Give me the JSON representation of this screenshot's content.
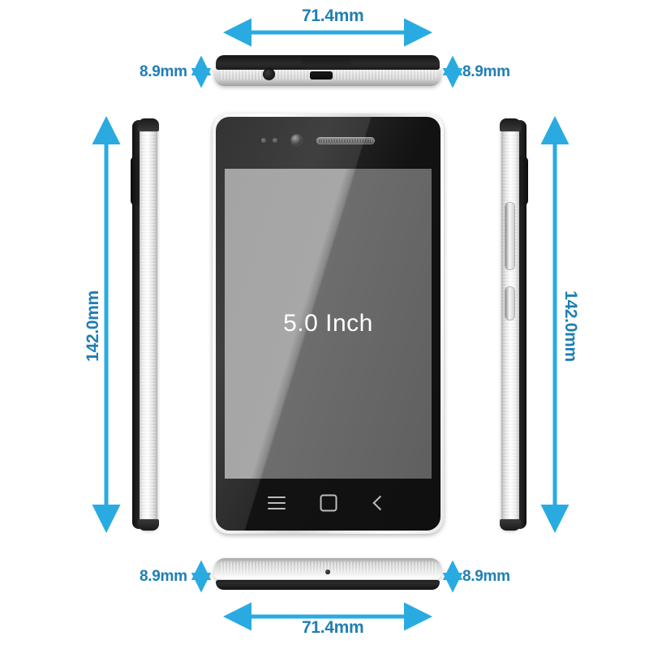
{
  "diagram": {
    "title": "Smartphone dimension diagram",
    "background_color": "#ffffff",
    "arrow_color": "#29abe2",
    "label_color": "#1f7fb4",
    "screen_label_color": "#ffffff"
  },
  "dimensions": {
    "width_top": "71.4mm",
    "width_bottom": "71.4mm",
    "height_left": "142.0mm",
    "height_right": "142.0mm",
    "thickness_top_left": "8.9mm",
    "thickness_top_right": "8.9mm",
    "thickness_bottom_left": "8.9mm",
    "thickness_bottom_right": "8.9mm",
    "screen_size": "5.0 Inch"
  },
  "views": {
    "front": {
      "name": "front view",
      "screen_label": "5.0 Inch",
      "nav_buttons": [
        {
          "name": "menu-button",
          "icon": "menu-icon"
        },
        {
          "name": "home-button",
          "icon": "home-icon"
        },
        {
          "name": "back-button",
          "icon": "back-icon"
        }
      ],
      "top_hardware": [
        {
          "name": "proximity-sensor",
          "icon": "sensor-dot-icon"
        },
        {
          "name": "light-sensor",
          "icon": "sensor-dot-icon"
        },
        {
          "name": "front-camera",
          "icon": "camera-icon"
        },
        {
          "name": "earpiece-speaker",
          "icon": "speaker-grille-icon"
        }
      ]
    },
    "left_profile": {
      "name": "left side profile"
    },
    "right_profile": {
      "name": "right side profile",
      "keys": [
        {
          "name": "volume-rocker",
          "icon": "volume-key-icon"
        },
        {
          "name": "power-button",
          "icon": "power-key-icon"
        }
      ]
    },
    "top_edge": {
      "name": "top edge view",
      "ports": [
        {
          "name": "headphone-jack",
          "icon": "headphone-jack-icon"
        },
        {
          "name": "usb-port",
          "icon": "usb-port-icon"
        }
      ]
    },
    "bottom_edge": {
      "name": "bottom edge view",
      "ports": [
        {
          "name": "microphone",
          "icon": "microphone-icon"
        }
      ]
    }
  },
  "arrows": {
    "width_top": "double-headed-horizontal-arrow",
    "width_bottom": "double-headed-horizontal-arrow",
    "height_left": "double-headed-vertical-arrow",
    "height_right": "double-headed-vertical-arrow",
    "thickness_top_left": "double-headed-vertical-arrow",
    "thickness_top_right": "double-headed-vertical-arrow",
    "thickness_bottom_left": "double-headed-vertical-arrow",
    "thickness_bottom_right": "double-headed-vertical-arrow",
    "screen_diagonal": "double-headed-diagonal-arrow"
  }
}
